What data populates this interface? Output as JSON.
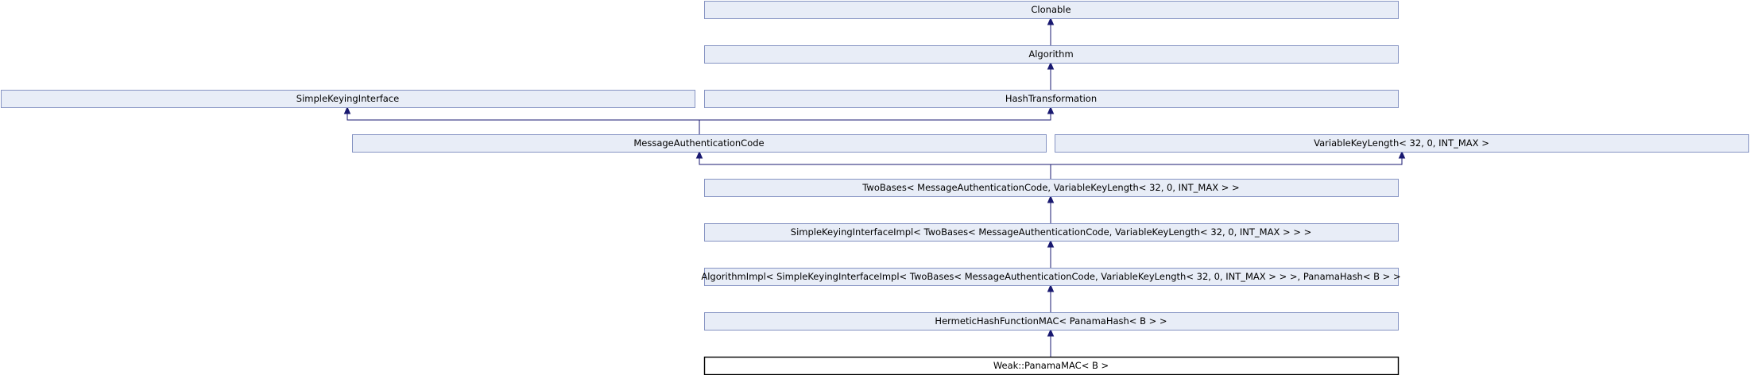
{
  "diagram": {
    "type": "inheritance-graph",
    "nodes": [
      {
        "id": "clonable",
        "label": "Clonable",
        "current": false
      },
      {
        "id": "algorithm",
        "label": "Algorithm",
        "current": false
      },
      {
        "id": "simple-keying-interface",
        "label": "SimpleKeyingInterface",
        "current": false
      },
      {
        "id": "hash-transformation",
        "label": "HashTransformation",
        "current": false
      },
      {
        "id": "message-authentication-code",
        "label": "MessageAuthenticationCode",
        "current": false
      },
      {
        "id": "variable-key-length",
        "label": "VariableKeyLength< 32, 0, INT_MAX >",
        "current": false
      },
      {
        "id": "two-bases",
        "label": "TwoBases< MessageAuthenticationCode, VariableKeyLength< 32, 0, INT_MAX > >",
        "current": false
      },
      {
        "id": "simple-keying-interface-impl",
        "label": "SimpleKeyingInterfaceImpl< TwoBases< MessageAuthenticationCode, VariableKeyLength< 32, 0, INT_MAX > > >",
        "current": false
      },
      {
        "id": "algorithm-impl",
        "label": "AlgorithmImpl< SimpleKeyingInterfaceImpl< TwoBases< MessageAuthenticationCode, VariableKeyLength< 32, 0, INT_MAX > > >, PanamaHash< B > >",
        "current": false
      },
      {
        "id": "hermetic-hash-function-mac",
        "label": "HermeticHashFunctionMAC< PanamaHash< B > >",
        "current": false
      },
      {
        "id": "panama-mac",
        "label": "Weak::PanamaMAC< B >",
        "current": true
      }
    ],
    "edges": [
      {
        "from": "algorithm",
        "to": "clonable"
      },
      {
        "from": "hash-transformation",
        "to": "algorithm"
      },
      {
        "from": "message-authentication-code",
        "to": "simple-keying-interface"
      },
      {
        "from": "message-authentication-code",
        "to": "hash-transformation"
      },
      {
        "from": "two-bases",
        "to": "message-authentication-code"
      },
      {
        "from": "two-bases",
        "to": "variable-key-length"
      },
      {
        "from": "simple-keying-interface-impl",
        "to": "two-bases"
      },
      {
        "from": "algorithm-impl",
        "to": "simple-keying-interface-impl"
      },
      {
        "from": "hermetic-hash-function-mac",
        "to": "algorithm-impl"
      },
      {
        "from": "panama-mac",
        "to": "hermetic-hash-function-mac"
      }
    ]
  }
}
